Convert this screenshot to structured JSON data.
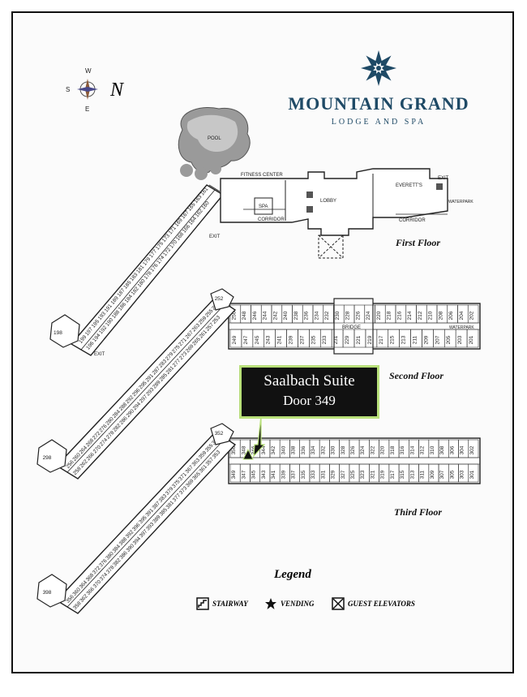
{
  "brand": {
    "name": "MOUNTAIN GRAND",
    "subtitle": "LODGE AND SPA",
    "logo_icon": "snowflake-star-icon",
    "color": "#1f4a66"
  },
  "compass": {
    "west": "W",
    "south": "S",
    "east": "E",
    "north": "N"
  },
  "first_floor": {
    "label": "First Floor",
    "areas": {
      "pool": "POOL",
      "fitness": "FITNESS CENTER",
      "spa": "SPA",
      "corridor_left": "CORRIDOR",
      "lobby": "LOBBY",
      "everetts": "EVERETT'S",
      "exit_top": "EXIT",
      "waterpark": "WATERPARK",
      "corridor_right": "CORRIDOR",
      "exit_wing": "EXIT",
      "exit_bottom": "EXIT"
    },
    "wing_rooms": [
      "198",
      "199",
      "196",
      "197",
      "194",
      "195",
      "192",
      "193",
      "190",
      "191",
      "188",
      "189",
      "186",
      "187",
      "184",
      "185",
      "182",
      "183",
      "180",
      "181",
      "178",
      "179",
      "176",
      "177",
      "174",
      "175",
      "172",
      "173",
      "170",
      "171",
      "168",
      "169",
      "166",
      "167",
      "164",
      "165",
      "162",
      "163",
      "160",
      "161"
    ]
  },
  "second_floor": {
    "label": "Second Floor",
    "bridge": "BRIDGE",
    "waterpark": "WATERPARK",
    "top_rooms": [
      "250",
      "248",
      "246",
      "244",
      "242",
      "240",
      "238",
      "236",
      "234",
      "232",
      "230",
      "228",
      "226",
      "224",
      "220",
      "218",
      "216",
      "214",
      "212",
      "210",
      "208",
      "206",
      "204",
      "202"
    ],
    "bottom_rooms": [
      "249",
      "247",
      "245",
      "243",
      "241",
      "239",
      "237",
      "235",
      "233",
      "231",
      "229",
      "221",
      "219",
      "217",
      "215",
      "213",
      "211",
      "209",
      "207",
      "205",
      "203",
      "201"
    ],
    "wing_rooms": [
      "252",
      "254",
      "256",
      "258",
      "260",
      "262",
      "264",
      "266",
      "268",
      "270",
      "272",
      "274",
      "276",
      "278",
      "280",
      "282",
      "284",
      "286",
      "288",
      "290",
      "292",
      "294",
      "296",
      "298",
      "299",
      "297",
      "295",
      "293",
      "291",
      "289",
      "287",
      "285",
      "283",
      "281",
      "279",
      "277",
      "275",
      "273",
      "271",
      "269",
      "267",
      "265",
      "263",
      "261",
      "259",
      "257",
      "255",
      "253",
      "251"
    ]
  },
  "third_floor": {
    "label": "Third Floor",
    "top_rooms": [
      "350",
      "348",
      "346",
      "344",
      "342",
      "340",
      "338",
      "336",
      "334",
      "332",
      "330",
      "328",
      "326",
      "324",
      "322",
      "320",
      "318",
      "316",
      "314",
      "312",
      "310",
      "308",
      "306",
      "304",
      "302"
    ],
    "bottom_rooms": [
      "349",
      "347",
      "345",
      "343",
      "341",
      "339",
      "337",
      "335",
      "333",
      "331",
      "329",
      "327",
      "325",
      "323",
      "321",
      "319",
      "317",
      "315",
      "313",
      "311",
      "309",
      "307",
      "305",
      "303",
      "301"
    ],
    "wing_rooms": [
      "352",
      "354",
      "356",
      "358",
      "360",
      "362",
      "364",
      "366",
      "368",
      "370",
      "372",
      "374",
      "376",
      "378",
      "380",
      "382",
      "384",
      "386",
      "388",
      "390",
      "392",
      "394",
      "396",
      "398",
      "399",
      "397",
      "395",
      "393",
      "391",
      "389",
      "387",
      "385",
      "383",
      "381",
      "379",
      "377",
      "375",
      "373",
      "371",
      "369",
      "367",
      "365",
      "363",
      "361",
      "359",
      "357",
      "355",
      "353",
      "351"
    ]
  },
  "callout": {
    "line1": "Saalbach Suite",
    "line2": "Door 349",
    "border_color": "#b8e07a"
  },
  "legend": {
    "title": "Legend",
    "items": [
      {
        "icon": "stairway-icon",
        "label": "STAIRWAY"
      },
      {
        "icon": "star-icon",
        "label": "VENDING"
      },
      {
        "icon": "elevator-icon",
        "label": "GUEST ELEVATORS"
      }
    ]
  }
}
